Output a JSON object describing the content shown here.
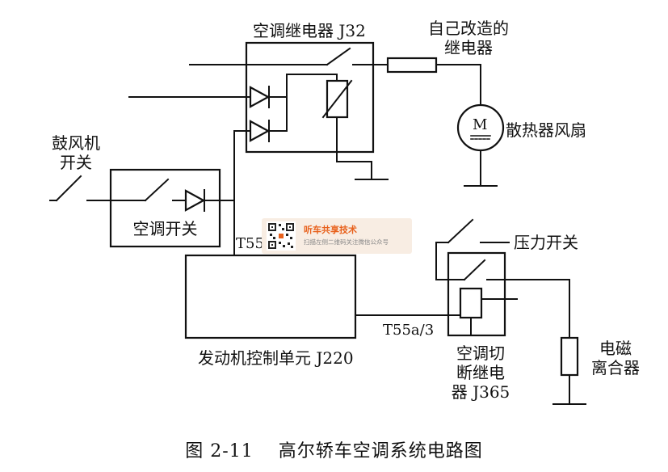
{
  "labels": {
    "ac_relay": "空调继电器 J32",
    "modified_relay_line1": "自己改造的",
    "modified_relay_line2": "继电器",
    "motor_symbol": "M",
    "radiator_fan": "散热器风扇",
    "blower_switch_line1": "鼓风机",
    "blower_switch_line2": "开关",
    "ac_switch": "空调开关",
    "pin_t55": "T55",
    "pressure_switch": "压力开关",
    "ecu": "发动机控制单元 J220",
    "pin_t55a3": "T55a/3",
    "cutoff_relay_line1": "空调切",
    "cutoff_relay_line2": "断继电",
    "cutoff_relay_line3": "器 J365",
    "clutch_line1": "电磁",
    "clutch_line2": "离合器"
  },
  "caption": "图 2-11　 高尔轿车空调系统电路图",
  "watermark": {
    "title": "听车共享技术",
    "subtitle": "扫描左侧二维码关注微信公众号"
  },
  "colors": {
    "line": "#111111",
    "watermark_accent": "#e8611c"
  }
}
